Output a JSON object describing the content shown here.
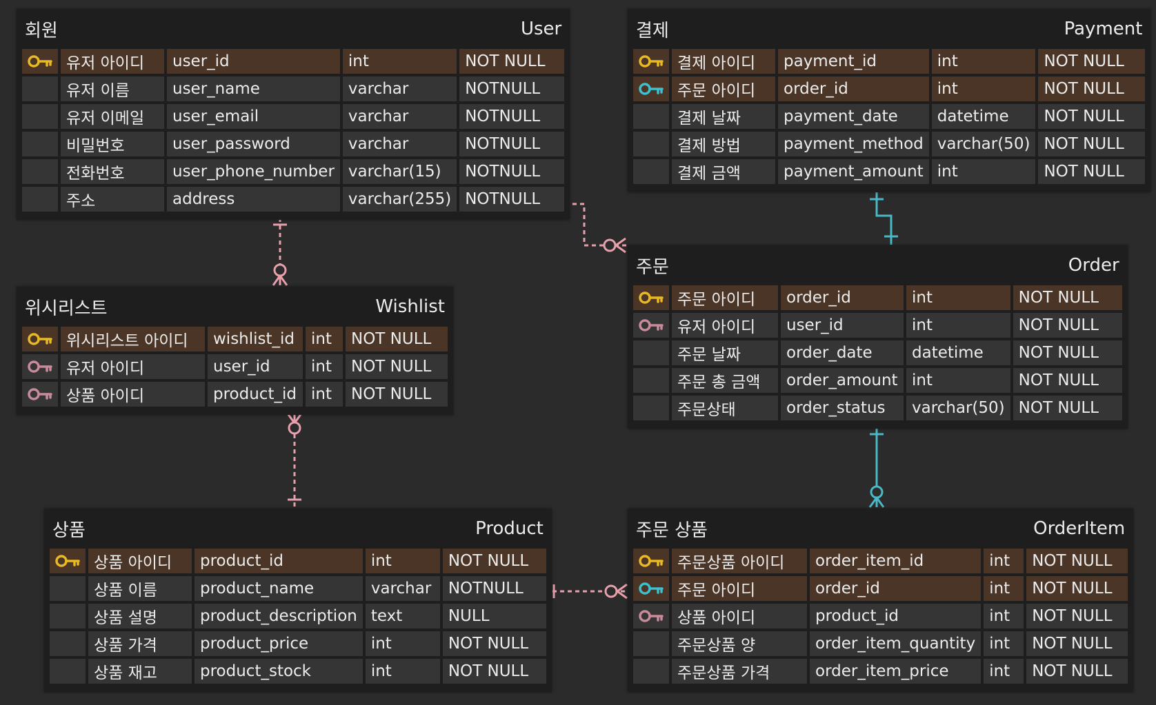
{
  "colors": {
    "background": "#2b2b2b",
    "entity_bg": "#1e1e1e",
    "row_bg": "#353535",
    "pk_row_bg": "#4a3526",
    "text": "#ececec",
    "pk_key": "#e8b923",
    "fk_key": "#c98b9b",
    "ref_key": "#3ec0cf",
    "pink_line": "#e8a0ad",
    "teal_line": "#4ab8c6"
  },
  "entities": {
    "user": {
      "label_kr": "회원",
      "label_en": "User",
      "columns": [
        {
          "key": "pk-key-icon",
          "name_kr": "유저 아이디",
          "name_en": "user_id",
          "type": "int",
          "constraint": "NOT NULL",
          "highlight": true
        },
        {
          "key": "",
          "name_kr": "유저 이름",
          "name_en": "user_name",
          "type": "varchar",
          "constraint": "NOTNULL",
          "highlight": false
        },
        {
          "key": "",
          "name_kr": "유저 이메일",
          "name_en": "user_email",
          "type": "varchar",
          "constraint": "NOTNULL",
          "highlight": false
        },
        {
          "key": "",
          "name_kr": "비밀번호",
          "name_en": "user_password",
          "type": "varchar",
          "constraint": "NOTNULL",
          "highlight": false
        },
        {
          "key": "",
          "name_kr": "전화번호",
          "name_en": "user_phone_number",
          "type": "varchar(15)",
          "constraint": "NOTNULL",
          "highlight": false
        },
        {
          "key": "",
          "name_kr": "주소",
          "name_en": "address",
          "type": "varchar(255)",
          "constraint": "NOTNULL",
          "highlight": false
        }
      ]
    },
    "payment": {
      "label_kr": "결제",
      "label_en": "Payment",
      "columns": [
        {
          "key": "pk-key-icon",
          "name_kr": "결제 아이디",
          "name_en": "payment_id",
          "type": "int",
          "constraint": "NOT NULL",
          "highlight": true
        },
        {
          "key": "ref-key-icon",
          "name_kr": "주문 아이디",
          "name_en": "order_id",
          "type": "int",
          "constraint": "NOT NULL",
          "highlight": true
        },
        {
          "key": "",
          "name_kr": "결제 날짜",
          "name_en": "payment_date",
          "type": "datetime",
          "constraint": "NOT NULL",
          "highlight": false
        },
        {
          "key": "",
          "name_kr": "결제 방법",
          "name_en": "payment_method",
          "type": "varchar(50)",
          "constraint": "NOT NULL",
          "highlight": false
        },
        {
          "key": "",
          "name_kr": "결제 금액",
          "name_en": "payment_amount",
          "type": "int",
          "constraint": "NOT NULL",
          "highlight": false
        }
      ]
    },
    "wishlist": {
      "label_kr": "위시리스트",
      "label_en": "Wishlist",
      "columns": [
        {
          "key": "pk-key-icon",
          "name_kr": "위시리스트 아이디",
          "name_en": "wishlist_id",
          "type": "int",
          "constraint": "NOT NULL",
          "highlight": true
        },
        {
          "key": "fk-key-icon",
          "name_kr": "유저 아이디",
          "name_en": "user_id",
          "type": "int",
          "constraint": "NOT NULL",
          "highlight": false
        },
        {
          "key": "fk-key-icon",
          "name_kr": "상품 아이디",
          "name_en": "product_id",
          "type": "int",
          "constraint": "NOT NULL",
          "highlight": false
        }
      ]
    },
    "order": {
      "label_kr": "주문",
      "label_en": "Order",
      "columns": [
        {
          "key": "pk-key-icon",
          "name_kr": "주문 아이디",
          "name_en": "order_id",
          "type": "int",
          "constraint": "NOT NULL",
          "highlight": true
        },
        {
          "key": "fk-key-icon",
          "name_kr": "유저 아이디",
          "name_en": "user_id",
          "type": "int",
          "constraint": "NOT NULL",
          "highlight": false
        },
        {
          "key": "",
          "name_kr": "주문 날짜",
          "name_en": "order_date",
          "type": "datetime",
          "constraint": "NOT NULL",
          "highlight": false
        },
        {
          "key": "",
          "name_kr": "주문 총 금액",
          "name_en": "order_amount",
          "type": "int",
          "constraint": "NOT NULL",
          "highlight": false
        },
        {
          "key": "",
          "name_kr": "주문상태",
          "name_en": "order_status",
          "type": "varchar(50)",
          "constraint": "NOT NULL",
          "highlight": false
        }
      ]
    },
    "product": {
      "label_kr": "상품",
      "label_en": "Product",
      "columns": [
        {
          "key": "pk-key-icon",
          "name_kr": "상품 아이디",
          "name_en": "product_id",
          "type": "int",
          "constraint": "NOT NULL",
          "highlight": true
        },
        {
          "key": "",
          "name_kr": "상품 이름",
          "name_en": "product_name",
          "type": "varchar",
          "constraint": "NOTNULL",
          "highlight": false
        },
        {
          "key": "",
          "name_kr": "상품 설명",
          "name_en": "product_description",
          "type": "text",
          "constraint": "NULL",
          "highlight": false
        },
        {
          "key": "",
          "name_kr": "상품 가격",
          "name_en": "product_price",
          "type": "int",
          "constraint": "NOT NULL",
          "highlight": false
        },
        {
          "key": "",
          "name_kr": "상품 재고",
          "name_en": "product_stock",
          "type": "int",
          "constraint": "NOT NULL",
          "highlight": false
        }
      ]
    },
    "orderitem": {
      "label_kr": "주문 상품",
      "label_en": "OrderItem",
      "columns": [
        {
          "key": "pk-key-icon",
          "name_kr": "주문상품 아이디",
          "name_en": "order_item_id",
          "type": "int",
          "constraint": "NOT NULL",
          "highlight": true
        },
        {
          "key": "ref-key-icon",
          "name_kr": "주문 아이디",
          "name_en": "order_id",
          "type": "int",
          "constraint": "NOT NULL",
          "highlight": true
        },
        {
          "key": "fk-key-icon",
          "name_kr": "상품 아이디",
          "name_en": "product_id",
          "type": "int",
          "constraint": "NOT NULL",
          "highlight": false
        },
        {
          "key": "",
          "name_kr": "주문상품 양",
          "name_en": "order_item_quantity",
          "type": "int",
          "constraint": "NOT NULL",
          "highlight": false
        },
        {
          "key": "",
          "name_kr": "주문상품 가격",
          "name_en": "order_item_price",
          "type": "int",
          "constraint": "NOT NULL",
          "highlight": false
        }
      ]
    }
  }
}
